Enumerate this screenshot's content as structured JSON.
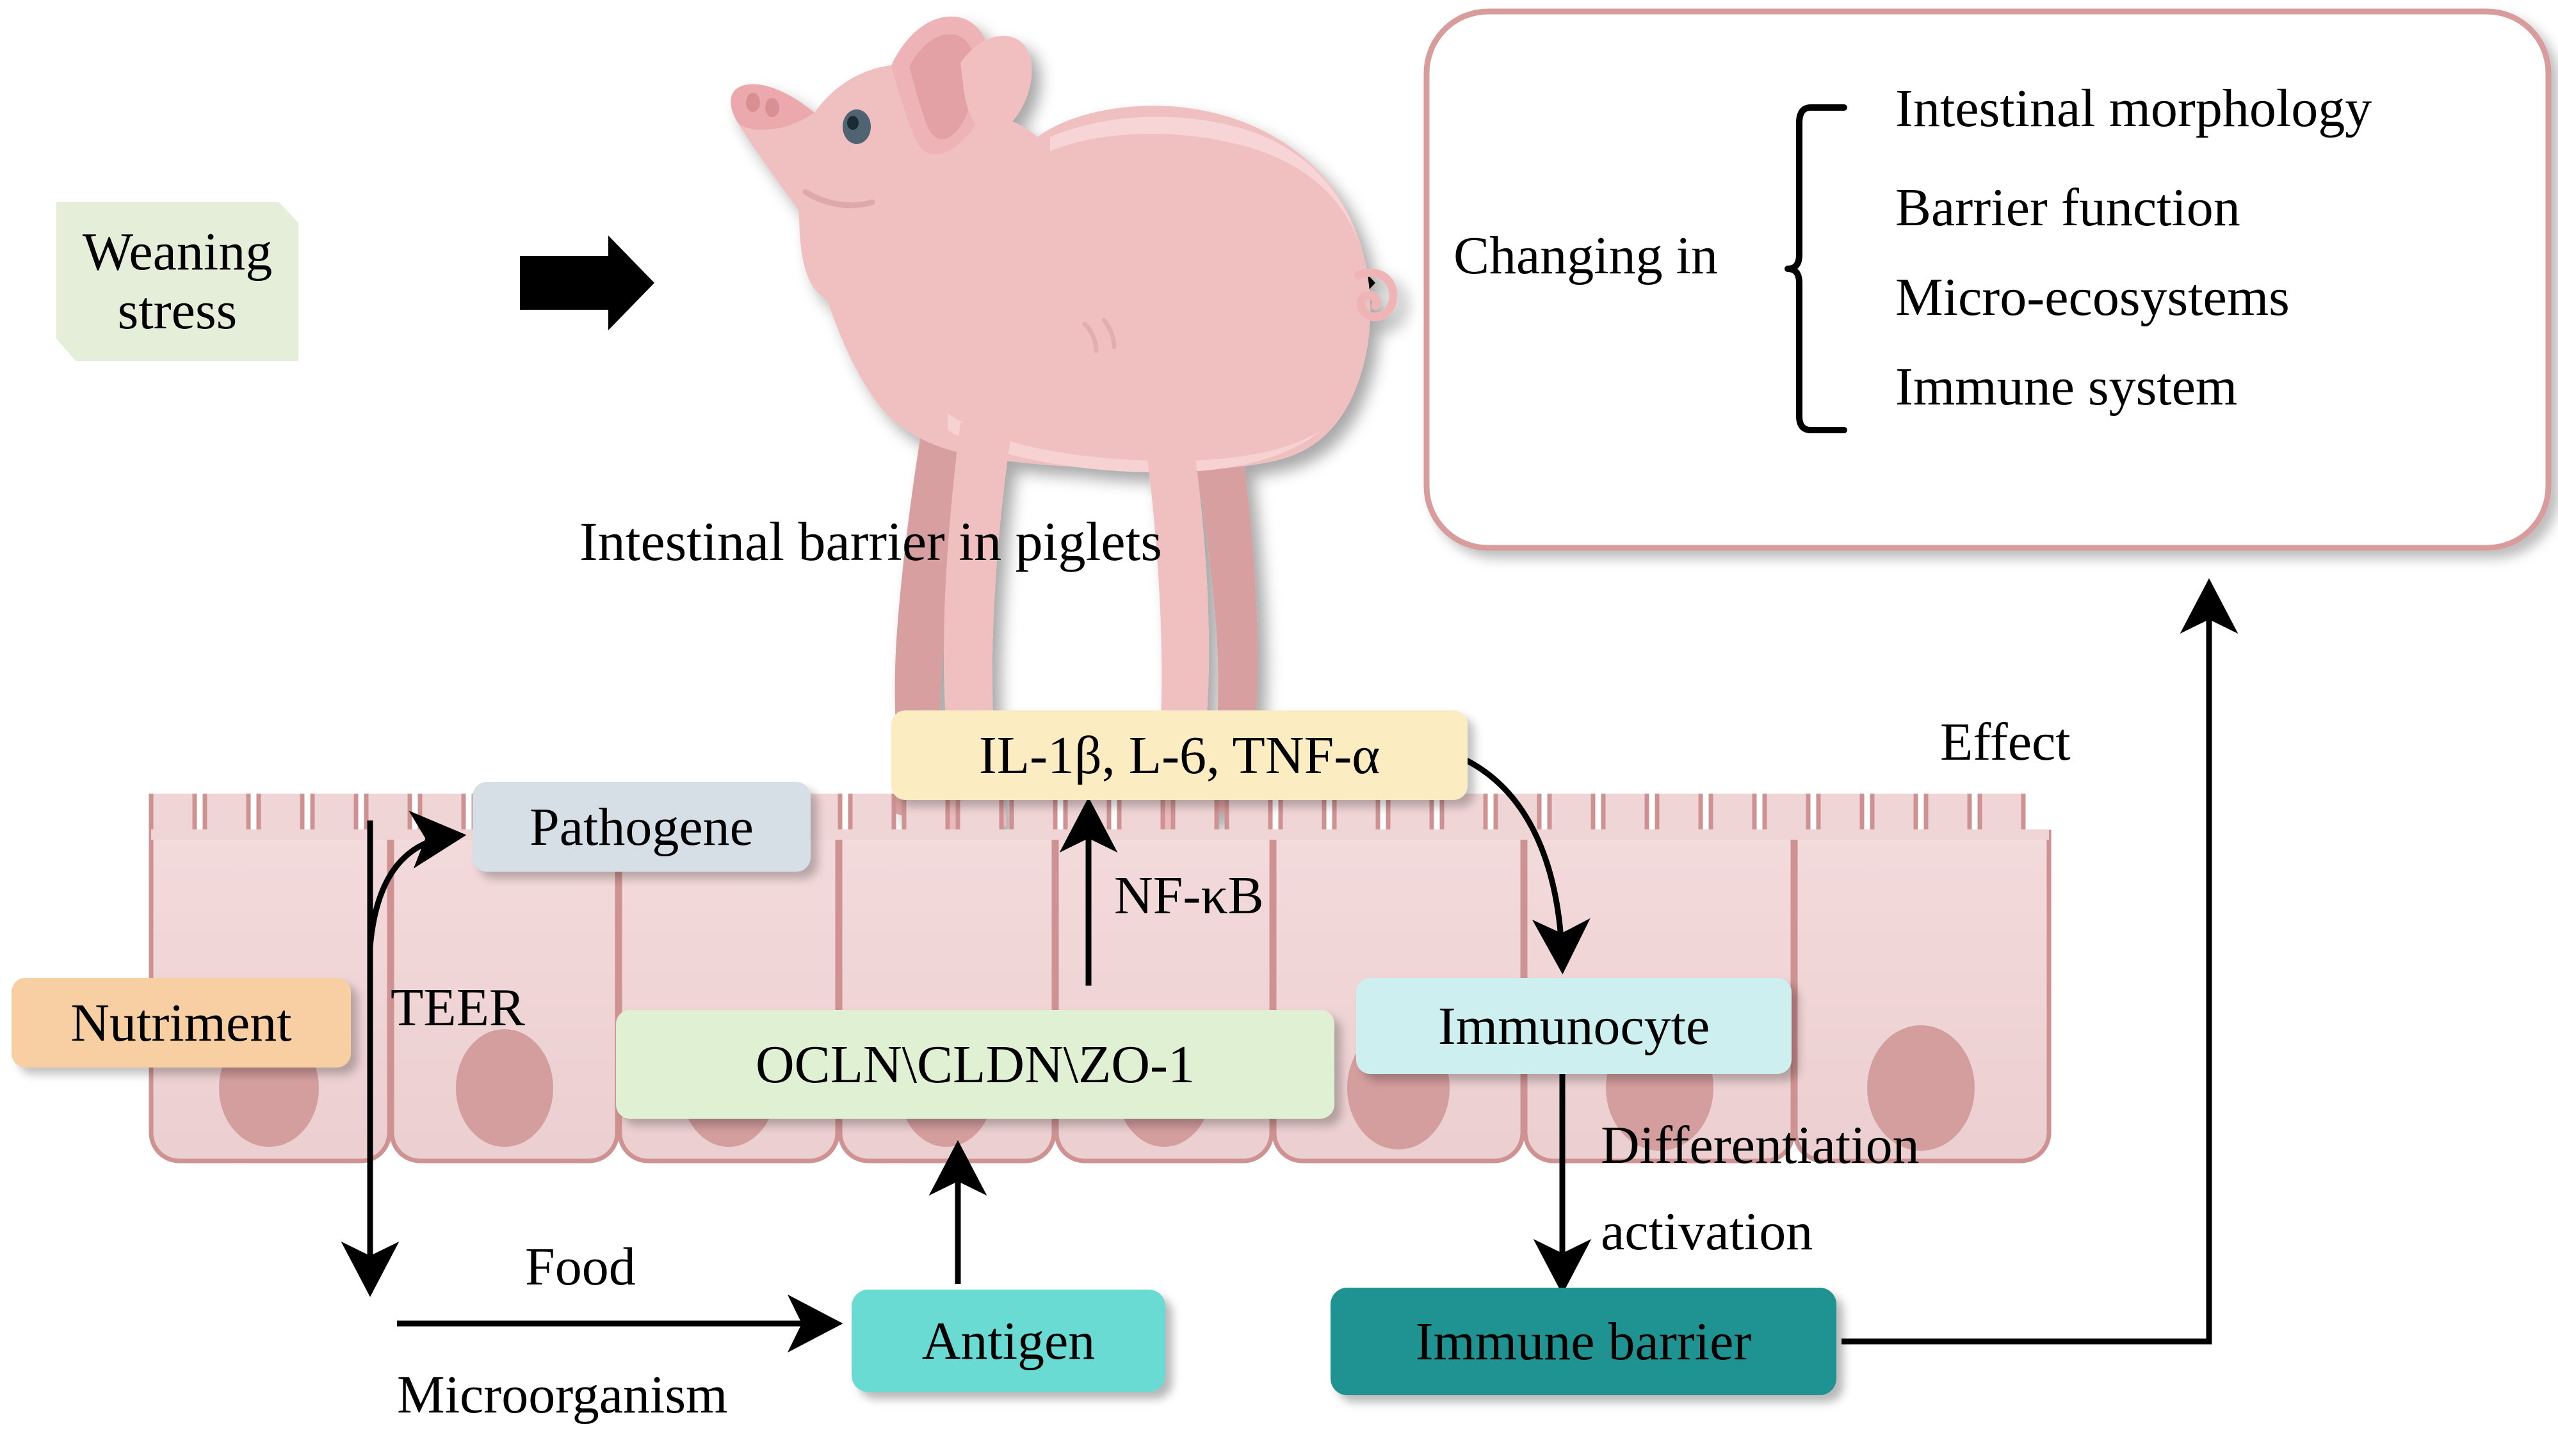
{
  "top_section": {
    "weaning_box": {
      "line1": "Weaning",
      "line2": "stress"
    },
    "pig_caption": "Intestinal barrier in piglets",
    "arrow1": "black-block-arrow-right",
    "arrow2": "black-block-arrow-right",
    "pig_illustration": "piglet-illustration"
  },
  "changes_panel": {
    "lead_label": "Changing in",
    "brace": "curly-brace",
    "items": [
      "Intestinal morphology",
      "Barrier function",
      "Micro-ecosystems",
      "Immune system"
    ],
    "border_color": "#d99c9c",
    "fill_color": "#ffffff"
  },
  "epithelium": {
    "cell_fill": "#f0d5d6",
    "cell_stroke": "#cf9292",
    "nucleus_fill": "#cf9292",
    "label_teer": "TEER",
    "label_nfkb": "NF-κB",
    "label_food": "Food",
    "label_microorganism": "Microorganism",
    "label_differentiation": "Differentiation",
    "label_activation": "activation",
    "label_effect": "Effect"
  },
  "boxes": {
    "pathogene": {
      "label": "Pathogene",
      "color": "#d6dee6"
    },
    "cytokines": {
      "label": "IL-1β, L-6, TNF-α",
      "color": "#fbecc2"
    },
    "nutriment": {
      "label": "Nutriment",
      "color": "#f8cfa2"
    },
    "tight_junction": {
      "label": "OCLN\\CLDN\\ZO-1",
      "color": "#dff0d3"
    },
    "immunocyte": {
      "label": "Immunocyte",
      "color": "#cdeff0"
    },
    "antigen": {
      "label": "Antigen",
      "color": "#69dbd2"
    },
    "immune_barrier": {
      "label": "Immune barrier",
      "color": "#1f9392"
    },
    "weaning_stress": {
      "label": "Weaning stress",
      "color": "#e5eed9"
    }
  }
}
